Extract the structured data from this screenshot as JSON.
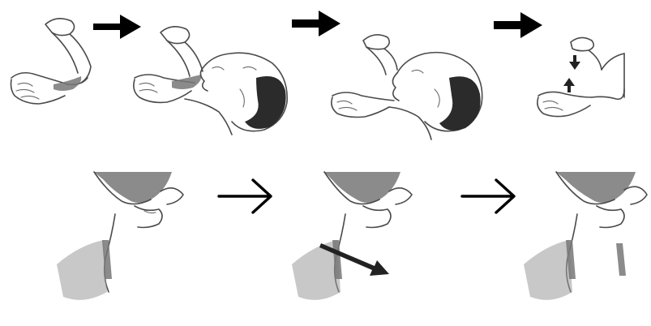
{
  "figure": {
    "background": "#ffffff",
    "arrow_color": "#000000",
    "top_row": {
      "steps": 4,
      "arrow_style": "bold-filled-arrow",
      "arrows": 3
    },
    "bottom_row": {
      "steps": 3,
      "arrow_style": "thin-open-arrow",
      "arrows": 2
    },
    "icons": [
      "hand-with-nipple-icon",
      "infant-head-icon",
      "breast-icon",
      "arrow-right-icon",
      "arrow-down-icon",
      "arrow-up-icon"
    ]
  }
}
